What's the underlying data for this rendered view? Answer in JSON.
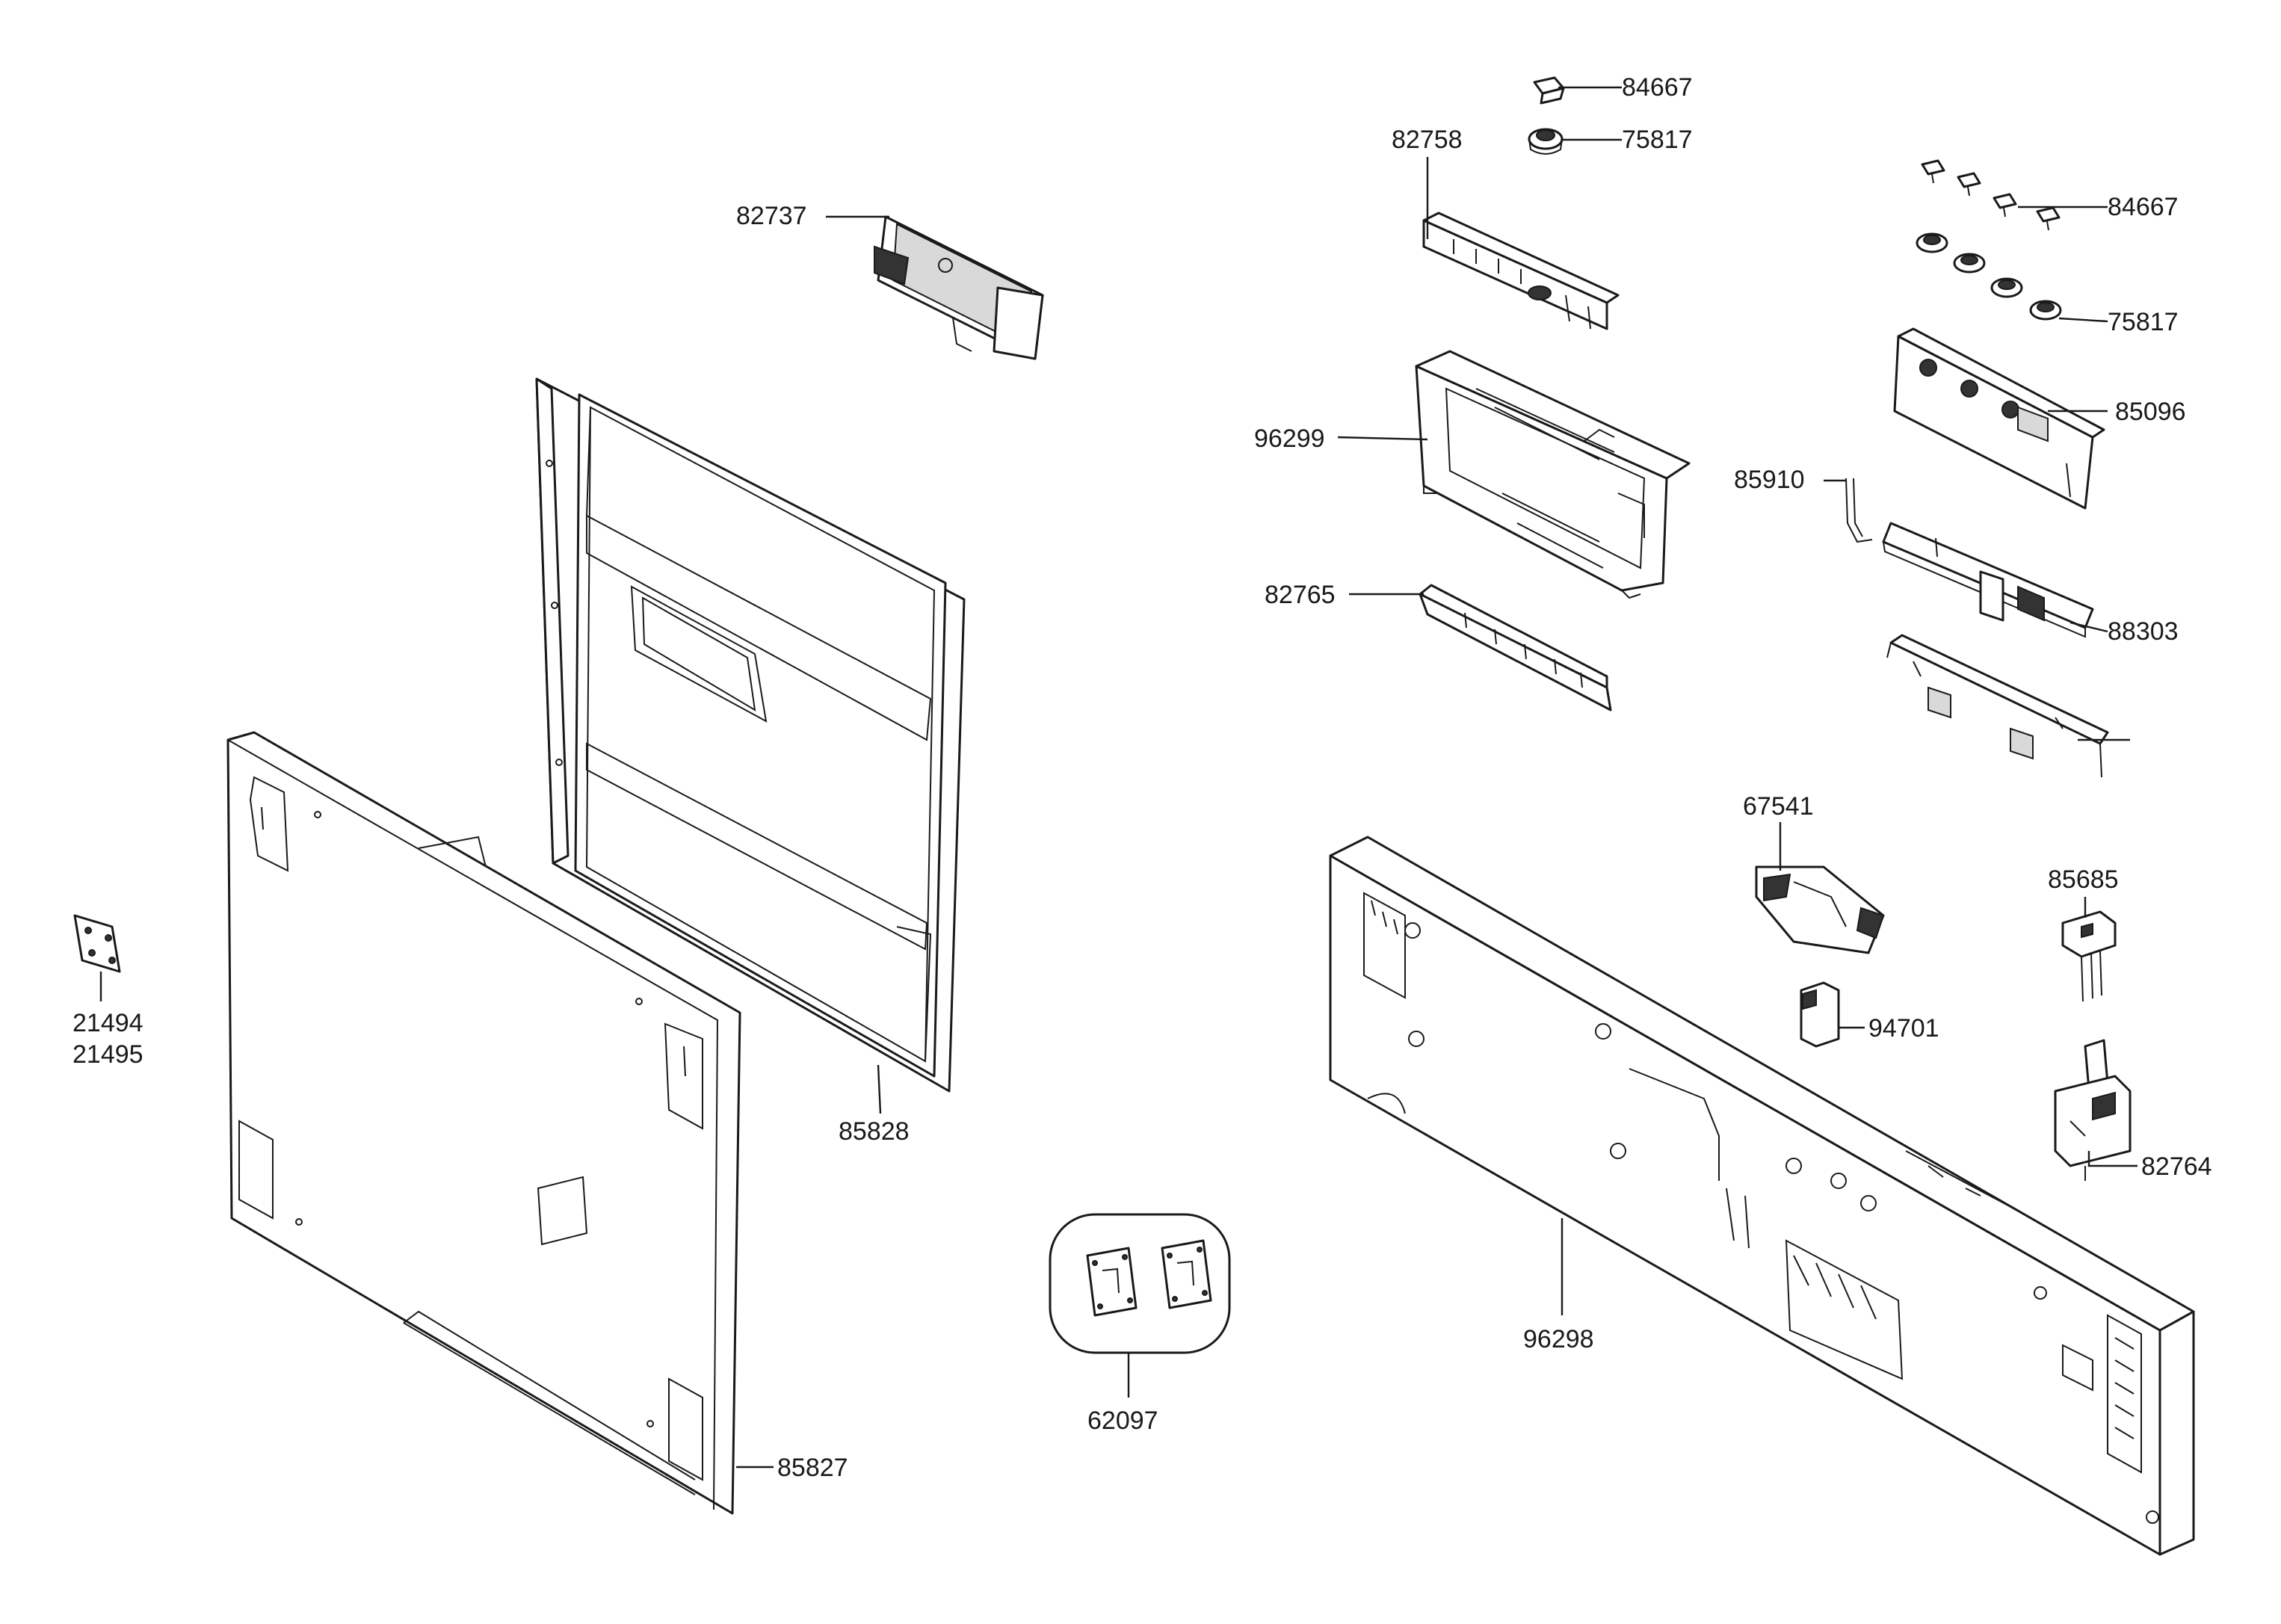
{
  "parts": [
    {
      "id": "p84667a",
      "label": "84667"
    },
    {
      "id": "p75817a",
      "label": "75817"
    },
    {
      "id": "p82758",
      "label": "82758"
    },
    {
      "id": "p82737",
      "label": "82737"
    },
    {
      "id": "p84667b",
      "label": "84667"
    },
    {
      "id": "p75817b",
      "label": "75817"
    },
    {
      "id": "p85096",
      "label": "85096"
    },
    {
      "id": "p96299",
      "label": "96299"
    },
    {
      "id": "p85910",
      "label": "85910"
    },
    {
      "id": "p82765",
      "label": "82765"
    },
    {
      "id": "p88303",
      "label": "88303"
    },
    {
      "id": "p67541",
      "label": "67541"
    },
    {
      "id": "p85685",
      "label": "85685"
    },
    {
      "id": "p21494",
      "label": "21494"
    },
    {
      "id": "p21495",
      "label": "21495"
    },
    {
      "id": "p94701",
      "label": "94701"
    },
    {
      "id": "p85828",
      "label": "85828"
    },
    {
      "id": "p82764",
      "label": "82764"
    },
    {
      "id": "p96298",
      "label": "96298"
    },
    {
      "id": "p62097",
      "label": "62097"
    },
    {
      "id": "p85827",
      "label": "85827"
    }
  ]
}
